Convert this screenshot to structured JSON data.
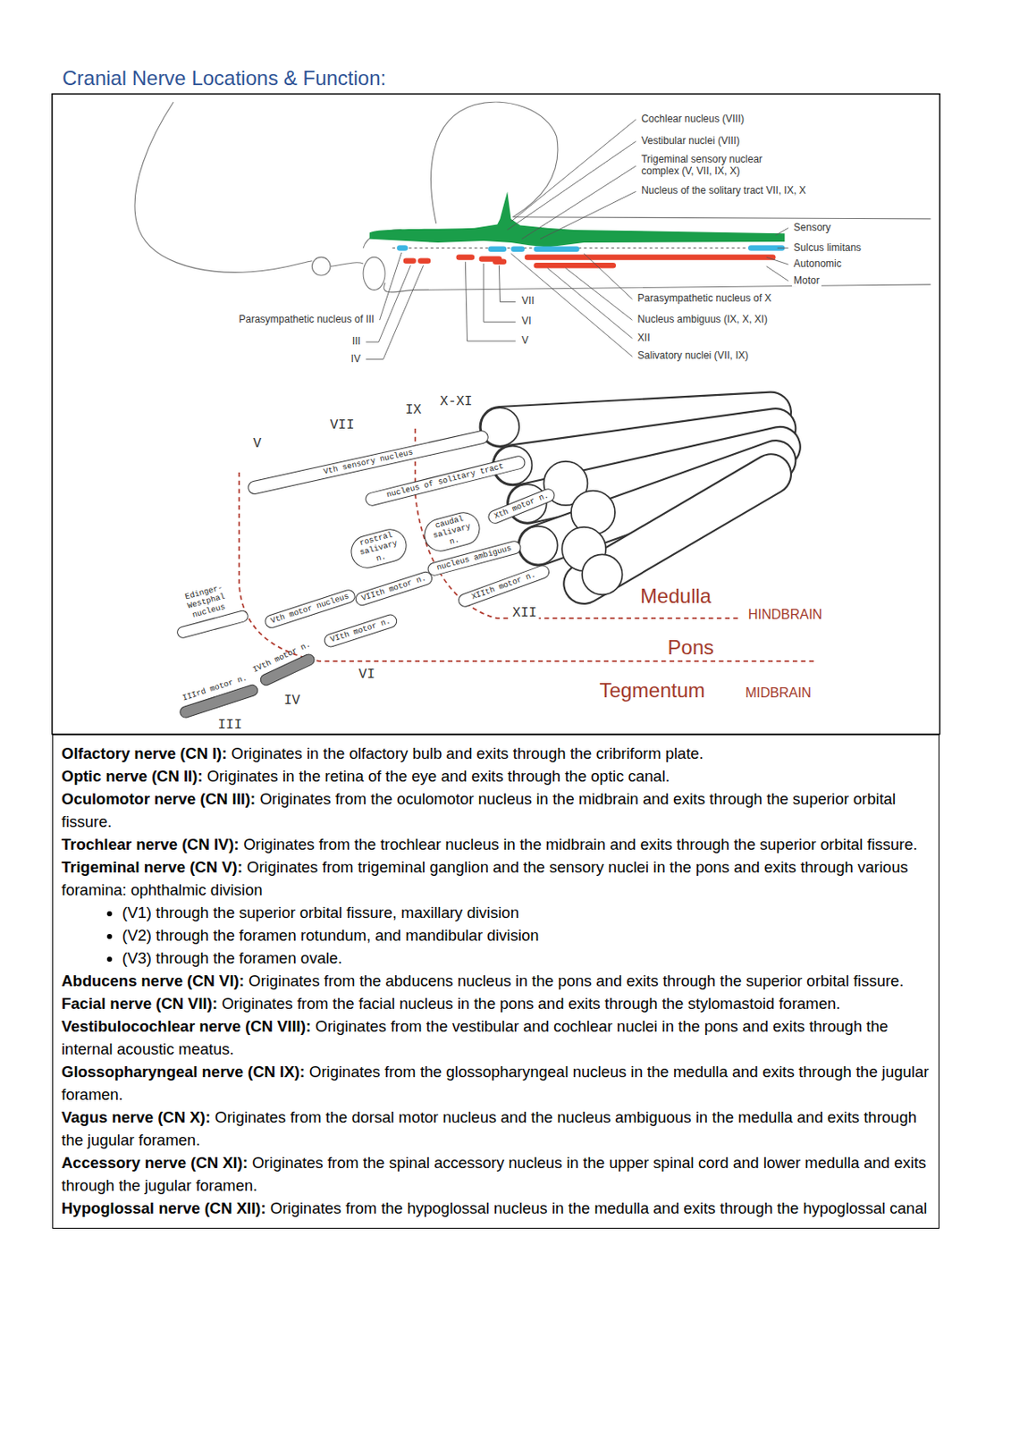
{
  "diagram": {
    "title": "Cranial Nerve Locations & Function:",
    "nodes": [
      {
        "text": [
          "Vth sensory nucleus"
        ]
      },
      {
        "text": [
          "nucleus of solitary tract"
        ]
      },
      {
        "text": [
          "rostral salivary n."
        ]
      },
      {
        "text": [
          "caudal salivary n."
        ]
      },
      {
        "text": [
          "Xth motor n."
        ]
      },
      {
        "text": [
          "nucleus ambiguus"
        ]
      },
      {
        "text": [
          "VIIth motor n."
        ]
      },
      {
        "text": [
          "XIIth motor n."
        ]
      },
      {
        "text": [
          "Edinger-Westphal nucleus"
        ]
      },
      {
        "text": [
          "Vth motor nucleus"
        ]
      },
      {
        "text": [
          "VIth motor n."
        ]
      },
      {
        "text": [
          "IVth motor n."
        ]
      },
      {
        "text": [
          "IIIrd motor n."
        ]
      },
      {
        "text": [
          "Olfactory nerve (CN I):",
          "Originates in the olfactory bulb and exits through the cribriform plate.",
          "Optic nerve (CN II):",
          "Originates in the retina of the eye and exits through the optic canal.",
          "Oculomotor nerve (CN III):",
          "Originates from the oculomotor nucleus in the midbrain and exits through the superior orbital fissure.",
          "Trochlear nerve (CN IV):",
          "Originates from the trochlear nucleus in the midbrain and exits through the superior orbital fissure.",
          "Trigeminal nerve (CN V):",
          "Originates from trigeminal ganglion and the sensory nuclei in the pons and exits through various foramina: ophthalmic division",
          "(V1) through the superior orbital fissure, maxillary division",
          "(V2) through the foramen rotundum, and mandibular division",
          "(V3) through the foramen ovale.",
          "Abducens nerve (CN VI):",
          "Originates from the abducens nucleus in the pons and exits through the superior orbital fissure.",
          "Facial nerve (CN VII):",
          "Originates from the facial nucleus in the pons and exits through the stylomastoid foramen.",
          "Vestibulocochlear nerve (CN VIII):",
          "Originates from the vestibular and cochlear nuclei in the pons and exits through the internal acoustic meatus.",
          "Glossopharyngeal nerve (CN IX):",
          "Originates from the glossopharyngeal nucleus in the medulla and exits through the jugular foramen.",
          "Vagus nerve (CN X):",
          "Originates from the dorsal motor nucleus and the nucleus ambiguous in the medulla and exits through the jugular foramen.",
          "Accessory nerve (CN XI):",
          "Originates from the spinal accessory nucleus in the upper spinal cord and lower medulla and exits through the jugular foramen.",
          "Hypoglossal nerve (CN XII):",
          "Originates from the hypoglossal nucleus in the medulla and exits through the hypoglossal canal"
        ]
      }
    ],
    "labels": [
      "Cochlear nucleus (VIII)",
      "Vestibular nuclei (VIII)",
      "Trigeminal sensory nuclear complex (V, VII, IX, X)",
      "Nucleus of the solitary tract VII, IX, X",
      "Sensory",
      "Sulcus limitans",
      "Autonomic",
      "Motor",
      "Parasympathetic nucleus of III",
      "VII",
      "Parasympathetic nucleus of X",
      "VI",
      "Nucleus ambiguus (IX, X, XI)",
      "III",
      "V",
      "XII",
      "IV",
      "Salivatory nuclei (VII, IX)",
      "V",
      "VII",
      "IX",
      "X-XI",
      "XII",
      "Medulla",
      "HINDBRAIN",
      "Pons",
      "VI",
      "Tegmentum",
      "MIDBRAIN",
      "IV",
      "III"
    ]
  }
}
